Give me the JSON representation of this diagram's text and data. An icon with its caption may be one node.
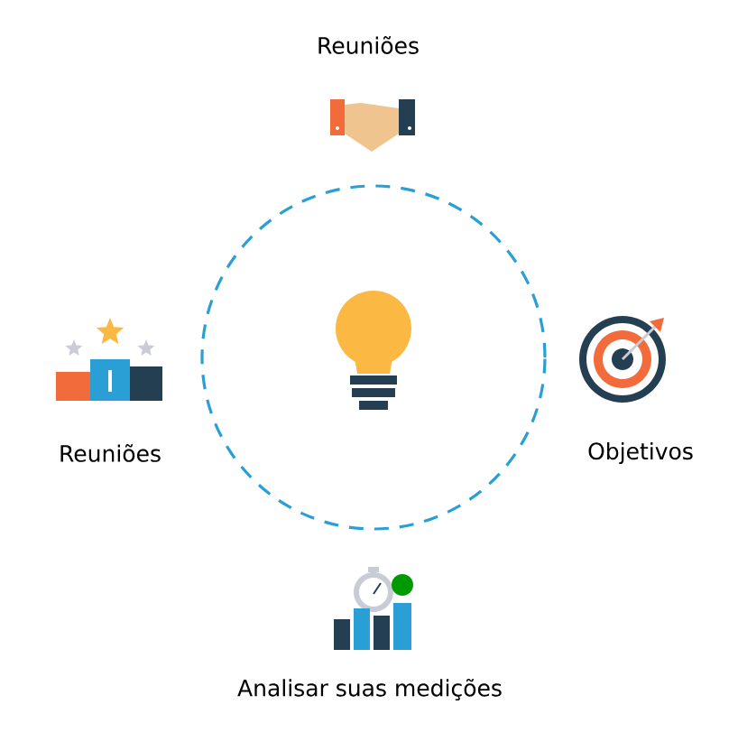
{
  "diagram": {
    "labels": [
      "Reuniões",
      "Reuniões",
      "Objetivos",
      "Analisar suas medições"
    ]
  }
}
